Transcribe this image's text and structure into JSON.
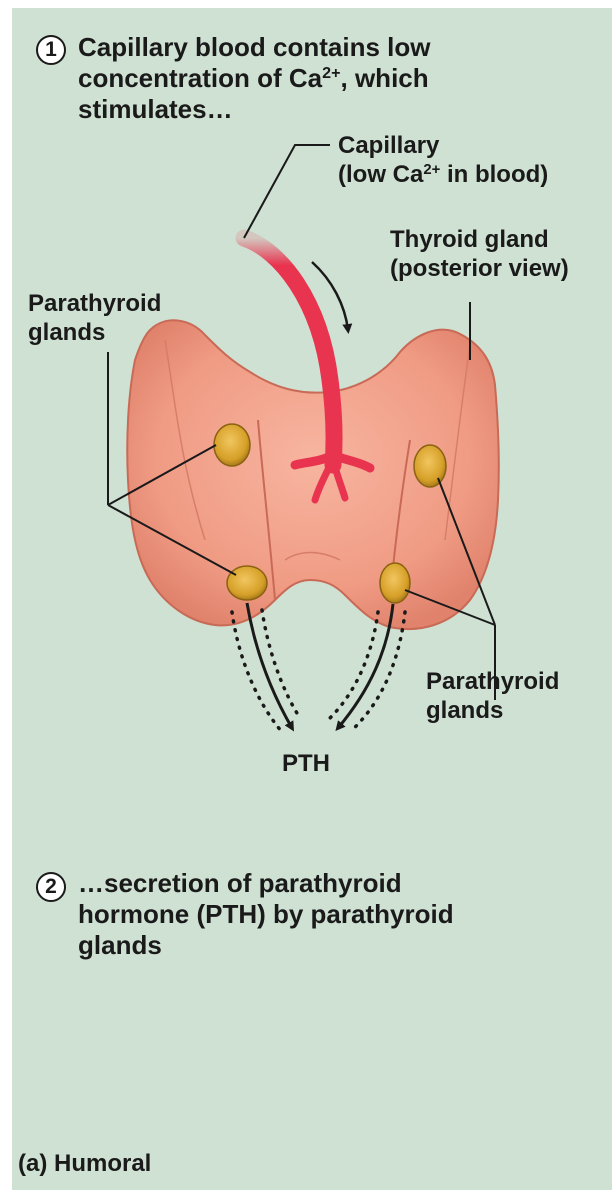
{
  "step1": {
    "number": "1",
    "line1": "Capillary blood contains low",
    "line2_pre": "concentration of Ca",
    "line2_sup": "2+",
    "line2_post": ", which",
    "line3": "stimulates…"
  },
  "capillary_label": {
    "line1": "Capillary",
    "line2_pre": "(low Ca",
    "line2_sup": "2+",
    "line2_post": " in blood)"
  },
  "thyroid_label": {
    "line1": "Thyroid gland",
    "line2": "(posterior view)"
  },
  "parathyroid_label_left": {
    "line1": "Parathyroid",
    "line2": "glands"
  },
  "parathyroid_label_right": {
    "line1": "Parathyroid",
    "line2": "glands"
  },
  "pth_label": "PTH",
  "step2": {
    "number": "2",
    "line1": "…secretion of parathyroid",
    "line2": "hormone (PTH) by parathyroid",
    "line3": "glands"
  },
  "caption": "(a) Humoral",
  "colors": {
    "background": "#cfe1d3",
    "thyroid": "#f2a089",
    "capillary": "#e8344f",
    "parathyroid": "#d9a22e"
  }
}
